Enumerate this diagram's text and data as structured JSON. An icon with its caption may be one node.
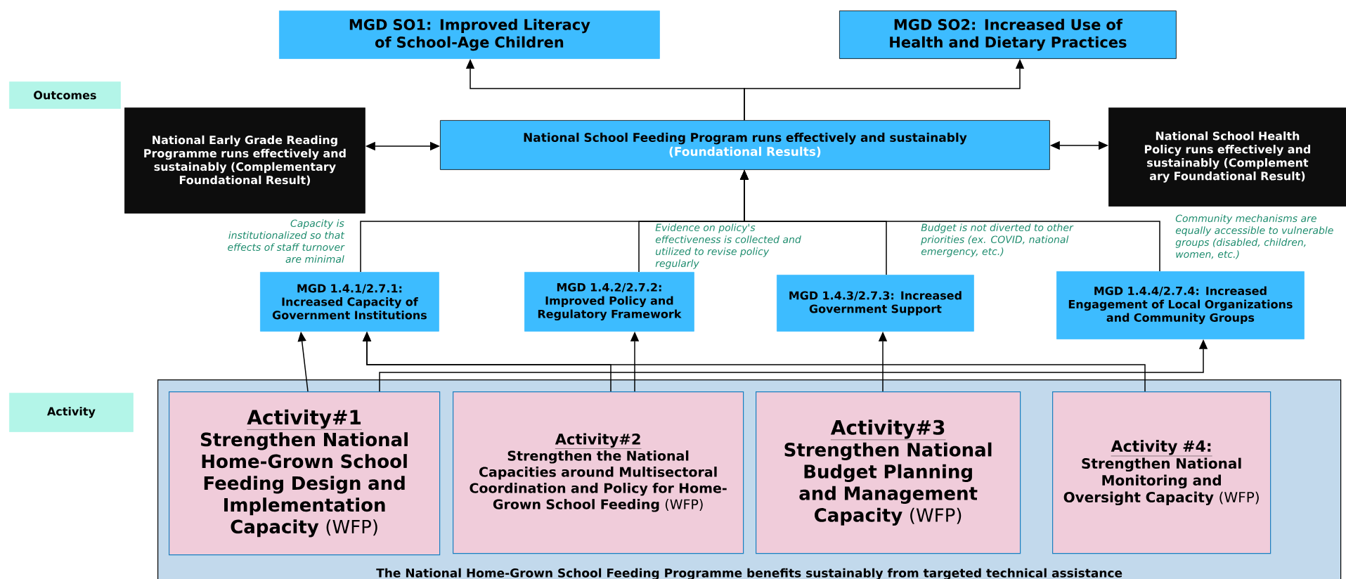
{
  "diagram": {
    "nodes": [
      {
        "text": [
          "MGD SO1: Improved Literacy of School-Age Children"
        ]
      },
      {
        "text": [
          "MGD SO2: Increased Use of Health and Dietary Practices"
        ]
      },
      {
        "text": [
          "Outcomes"
        ]
      },
      {
        "text": [
          "National Early Grade Reading Programme runs effectively and sustainably (Complementary Foundational Result)"
        ]
      },
      {
        "text": [
          "National School Feeding Program runs effectively and sustainably",
          "(Foundational Results)"
        ]
      },
      {
        "text": [
          "National School Health Policy runs effectively and sustainably  (Complement ary Foundational Result)"
        ]
      },
      {
        "text": [
          "MGD 1.4.1/2.7.1: Increased Capacity of Government Institutions"
        ],
        "beside": [
          "Capacity is institutionalized so that effects of staff turnover are minimal"
        ]
      },
      {
        "text": [
          "MGD 1.4.2/2.7.2: Improved Policy and Regulatory Framework"
        ],
        "beside": [
          "Evidence on policy's effectiveness is collected and utilized to revise policy regularly"
        ]
      },
      {
        "text": [
          "MGD 1.4.3/2.7.3: Increased Government Support"
        ],
        "beside": [
          "Budget is not diverted to other priorities (ex. COVID, national emergency, etc.)"
        ]
      },
      {
        "text": [
          "MGD 1.4.4/2.7.4: Increased Engagement of Local Organizations and Community Groups"
        ],
        "beside": [
          "Community mechanisms are equally accessible to vulnerable groups (disabled, children, women, etc.)"
        ]
      },
      {
        "text": [
          "Activity"
        ]
      },
      {
        "text": [
          "The National Home-Grown School Feeding Programme benefits sustainably from targeted technical assistance"
        ]
      },
      {
        "text": [
          "Activity#1",
          "**Strengthen National Home-Grown School Feeding Design and Implementation Capacity** (WFP)"
        ],
        "in": 11
      },
      {
        "text": [
          "Activity#2",
          "**Strengthen the National Capacities around Multisectoral Coordination and Policy for Home-Grown School Feeding** (WFP)"
        ],
        "in": 11
      },
      {
        "text": [
          "Activity#3",
          "**Strengthen National Budget Planning and Management Capacity** (WFP)"
        ],
        "in": 11
      },
      {
        "text": [
          "Activity #4:",
          "**Strengthen National Monitoring and Oversight Capacity** (WFP)"
        ],
        "in": 11
      }
    ],
    "edges": [
      {
        "from": 4,
        "to": 0,
        "arrow": "to"
      },
      {
        "from": 4,
        "to": 1,
        "arrow": "to"
      },
      {
        "from": 3,
        "to": 4,
        "arrow": "both"
      },
      {
        "from": 4,
        "to": 5,
        "arrow": "both"
      },
      {
        "from": 6,
        "to": 4,
        "arrow": "to"
      },
      {
        "from": 7,
        "to": 4,
        "arrow": "to"
      },
      {
        "from": 8,
        "to": 4,
        "arrow": "to"
      },
      {
        "from": 9,
        "to": 4,
        "arrow": "to"
      },
      {
        "from": 12,
        "to": 6,
        "arrow": "to"
      },
      {
        "from": 13,
        "to": 6,
        "arrow": "to"
      },
      {
        "from": 15,
        "to": 6,
        "arrow": "to"
      },
      {
        "from": 12,
        "to": 9,
        "arrow": "to"
      },
      {
        "from": 13,
        "to": 7,
        "arrow": "to"
      },
      {
        "from": 14,
        "to": 8,
        "arrow": "to"
      }
    ]
  }
}
